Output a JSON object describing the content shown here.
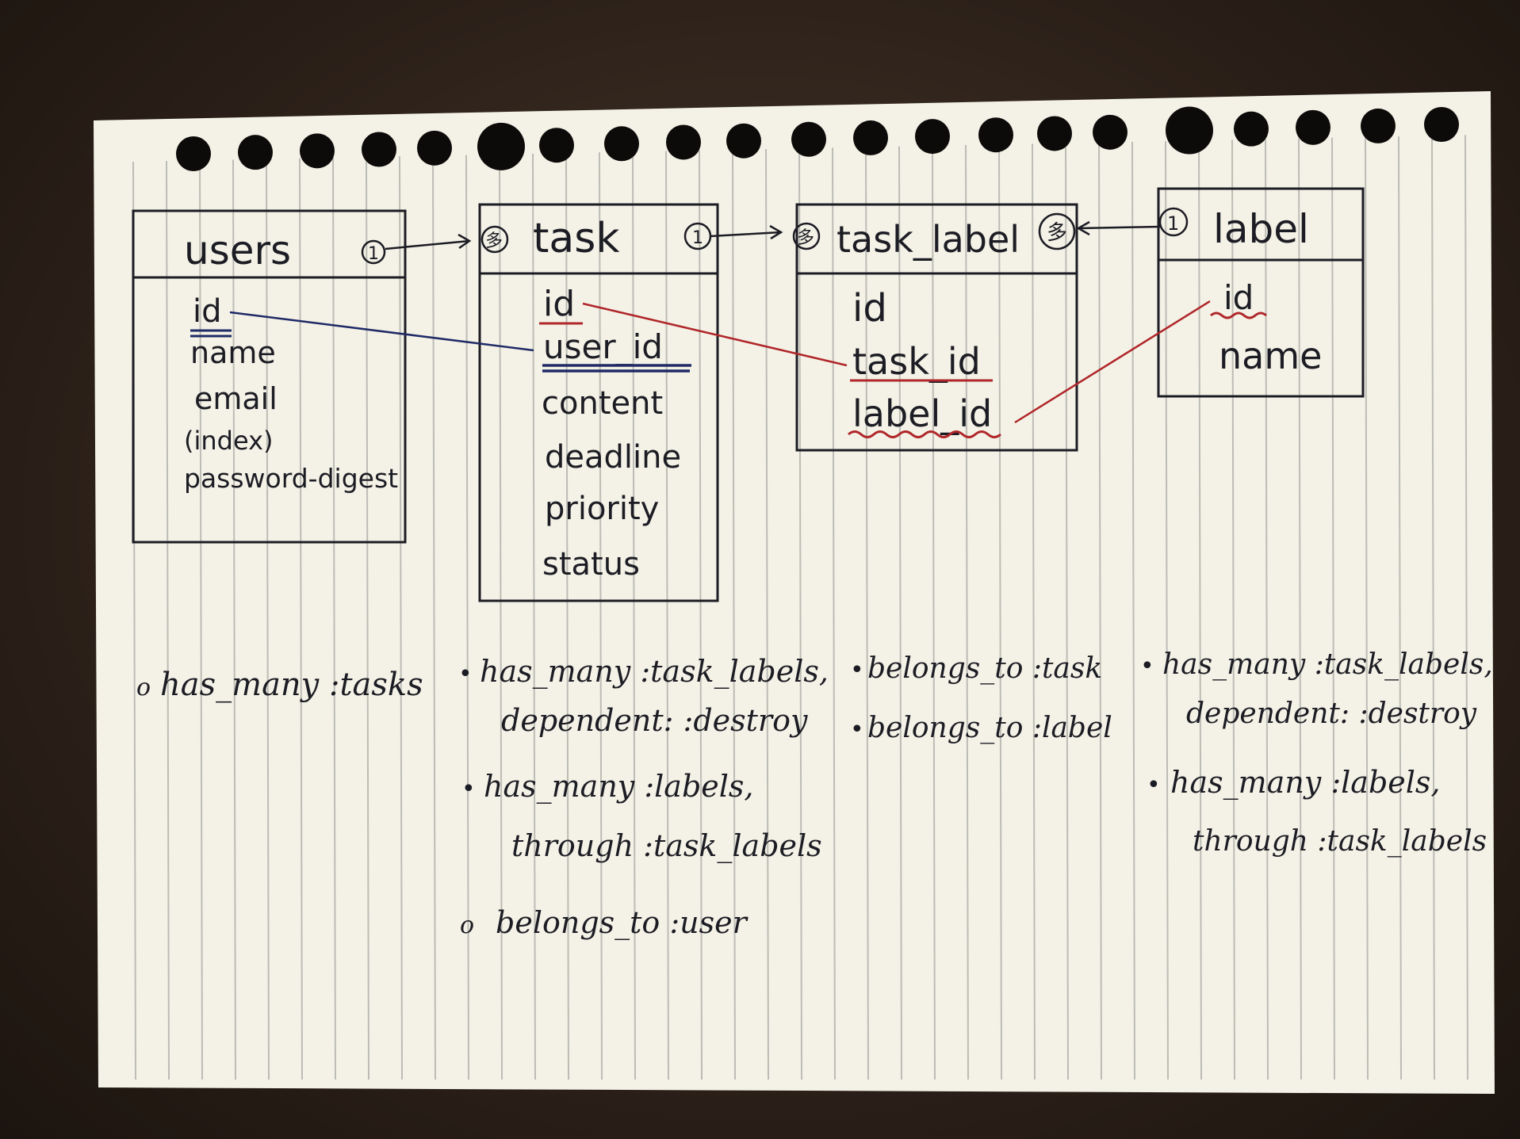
{
  "entities": {
    "users": {
      "name": "users",
      "cardinality": "1",
      "fields": [
        "id",
        "name",
        "email",
        "(index)",
        "password-digest"
      ],
      "notes": [
        {
          "bullet": "o",
          "text": "has_many :tasks"
        }
      ]
    },
    "task": {
      "name": "task",
      "cardinality_left": "多",
      "cardinality_right": "1",
      "fields": [
        "id",
        "user_id",
        "content",
        "deadline",
        "priority",
        "status"
      ],
      "notes": [
        {
          "bullet": "•",
          "text": "has_many :task_labels,"
        },
        {
          "bullet": "",
          "text": "dependent: :destroy"
        },
        {
          "bullet": "•",
          "text": "has_many :labels,"
        },
        {
          "bullet": "",
          "text": "through :task_labels"
        },
        {
          "bullet": "o",
          "text": "belongs_to :user"
        }
      ]
    },
    "task_label": {
      "name": "task_label",
      "cardinality_left": "多",
      "cardinality_right": "多",
      "fields": [
        "id",
        "task_id",
        "label_id"
      ],
      "notes": [
        {
          "bullet": "•",
          "text": "belongs_to :task"
        },
        {
          "bullet": "•",
          "text": "belongs_to :label"
        }
      ]
    },
    "label": {
      "name": "label",
      "cardinality": "1",
      "fields": [
        "id",
        "name"
      ],
      "notes": [
        {
          "bullet": "•",
          "text": "has_many :task_labels,"
        },
        {
          "bullet": "",
          "text": "dependent: :destroy"
        },
        {
          "bullet": "•",
          "text": "has_many :labels,"
        },
        {
          "bullet": "",
          "text": "through :task_labels"
        }
      ]
    }
  },
  "colors": {
    "paper": "#f4f2e6",
    "ink": "#1c1c24",
    "rule": "#b8b9b4",
    "blue_link": "#1f2a66",
    "red_link": "#b0262a",
    "hole": "#0c0b0a"
  }
}
